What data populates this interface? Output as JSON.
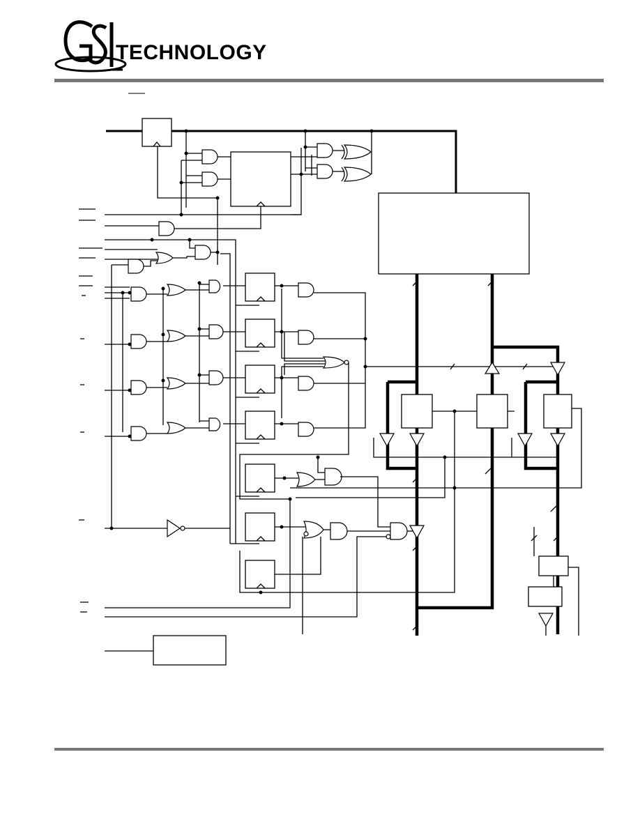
{
  "header": {
    "logo_mark": "GSI",
    "logo_text": "TECHNOLOGY"
  },
  "colors": {
    "rule": "#777777",
    "ink": "#000000"
  },
  "diagram": {
    "kind": "block-diagram",
    "printed_labels": []
  }
}
